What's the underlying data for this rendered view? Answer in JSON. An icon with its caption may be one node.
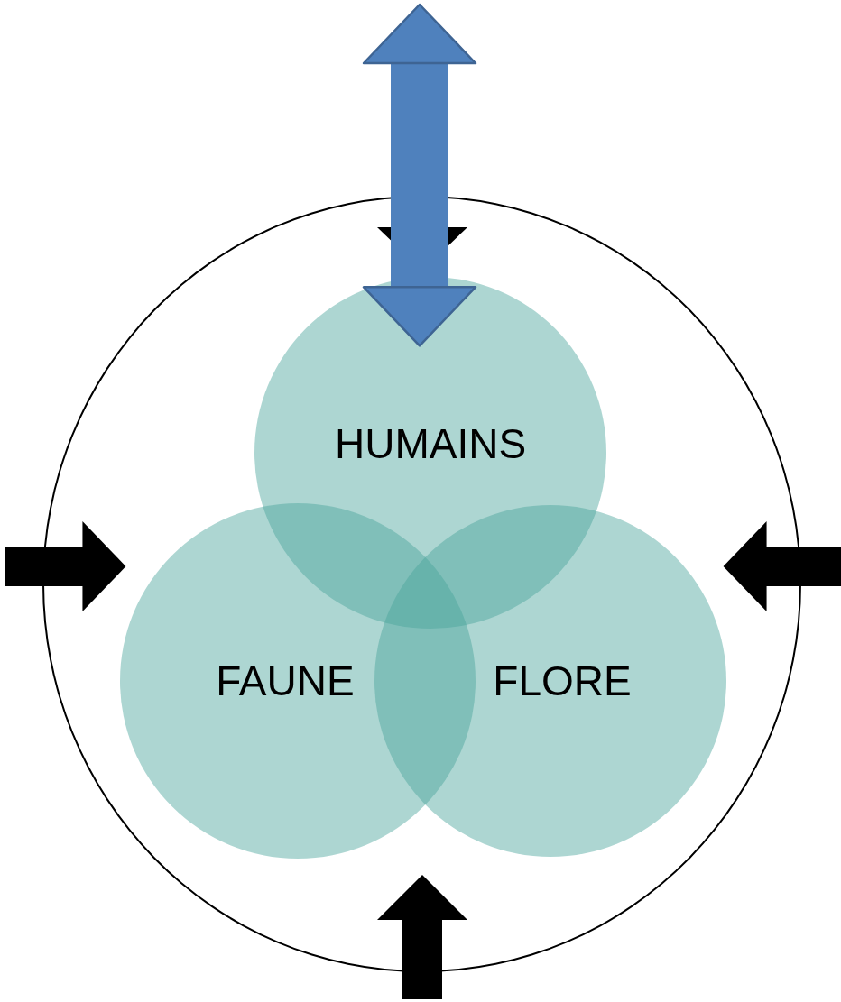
{
  "diagram": {
    "nodes": [
      {
        "text": [],
        "shape": "circle"
      },
      {
        "text": [
          "HUMAINS"
        ],
        "in": 0
      },
      {
        "text": [
          "FAUNE"
        ],
        "in": 0
      },
      {
        "text": [
          "FLORE"
        ],
        "in": 0
      }
    ],
    "edges": [
      {
        "from": null,
        "to": 0,
        "arrow": "to"
      },
      {
        "from": null,
        "to": 1,
        "arrow": "both",
        "color": "#4f81bd"
      },
      {
        "from": null,
        "to": 0,
        "arrow": "to"
      },
      {
        "from": null,
        "to": 0,
        "arrow": "to"
      },
      {
        "from": null,
        "to": 0,
        "arrow": "to"
      }
    ]
  }
}
